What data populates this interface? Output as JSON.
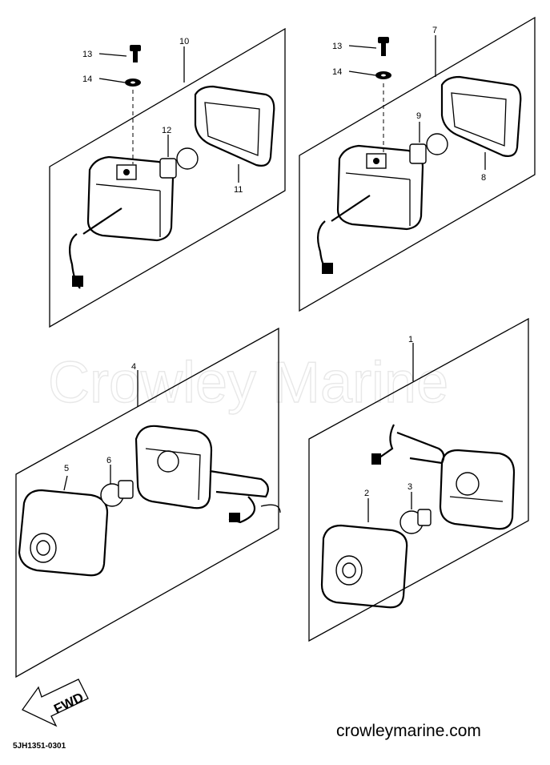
{
  "watermark": "Crowley Marine",
  "callouts": {
    "c1": "1",
    "c2": "2",
    "c3": "3",
    "c4": "4",
    "c5": "5",
    "c6": "6",
    "c7": "7",
    "c8": "8",
    "c9": "9",
    "c10": "10",
    "c11": "11",
    "c12": "12",
    "c13a": "13",
    "c14a": "14",
    "c13b": "13",
    "c14b": "14"
  },
  "fwd_label": "FWD",
  "footer": {
    "code": "5JH1351-0301",
    "site": "crowleymarine.com"
  }
}
